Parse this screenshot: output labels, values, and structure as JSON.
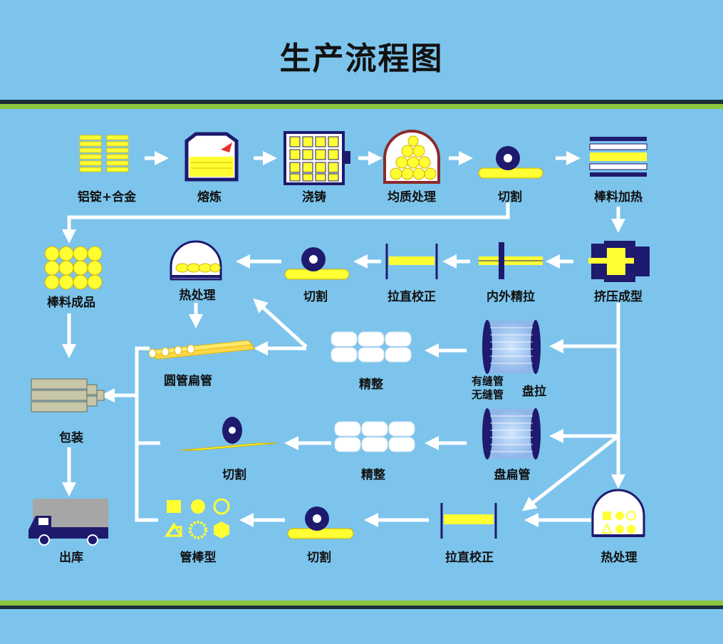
{
  "title": "生产流程图",
  "labels": {
    "aluminum_alloy": "铝锭+合金",
    "smelting": "熔炼",
    "casting": "浇铸",
    "homogenize": "均质处理",
    "cut1": "切割",
    "rod_heating": "棒料加热",
    "rod_product": "棒料成品",
    "heat_treat1": "热处理",
    "cut2": "切割",
    "straighten1": "拉直校正",
    "inner_outer_draw": "内外精拉",
    "extrusion": "挤压成型",
    "round_flat_tube": "圆管扁管",
    "finishing1": "精整",
    "seamed_tube": "有缝管",
    "seamless_tube": "无缝管",
    "coil_draw": "盘拉",
    "packaging": "包装",
    "cut3": "切割",
    "finishing2": "精整",
    "coil_flat_tube": "盘扁管",
    "warehouse_out": "出库",
    "tube_rod_profile": "管棒型",
    "cut4": "切割",
    "straighten2": "拉直校正",
    "heat_treat2": "热处理"
  },
  "colors": {
    "background": "#7cc4ec",
    "yellow": "#ffff33",
    "navy": "#1e1a6e",
    "arrow": "#ffffff",
    "band_dark": "#1a2f3a",
    "band_green": "#8cc63f"
  }
}
